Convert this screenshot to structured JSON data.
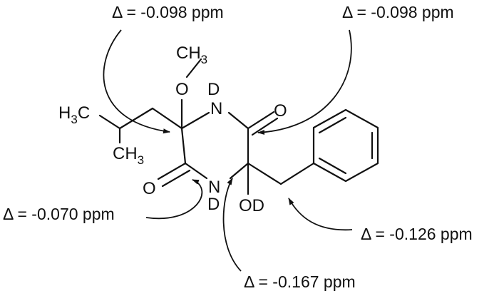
{
  "annotations": [
    {
      "id": "top_left",
      "text": "Δ = -0.098 ppm"
    },
    {
      "id": "top_right",
      "text": "Δ = -0.098 ppm"
    },
    {
      "id": "left",
      "text": "Δ = -0.070 ppm"
    },
    {
      "id": "bottom_right",
      "text": "Δ = -0.126 ppm"
    },
    {
      "id": "bottom",
      "text": "Δ = -0.167 ppm"
    }
  ],
  "atoms": {
    "ch3_top": "CH",
    "ch3_top_sub": "3",
    "o_methoxy": "O",
    "d_top": "D",
    "n_top": "N",
    "o_carbonyl_right": "O",
    "h3c_left": "H",
    "h3c_left_sub": "3",
    "h3c_left_c": "C",
    "ch3_lower": "CH",
    "ch3_lower_sub": "3",
    "o_carbonyl_left": "O",
    "n_bottom": "N",
    "d_bottom": "D",
    "od": "OD"
  },
  "colors": {
    "ink": "#111111",
    "background": "#ffffff"
  }
}
